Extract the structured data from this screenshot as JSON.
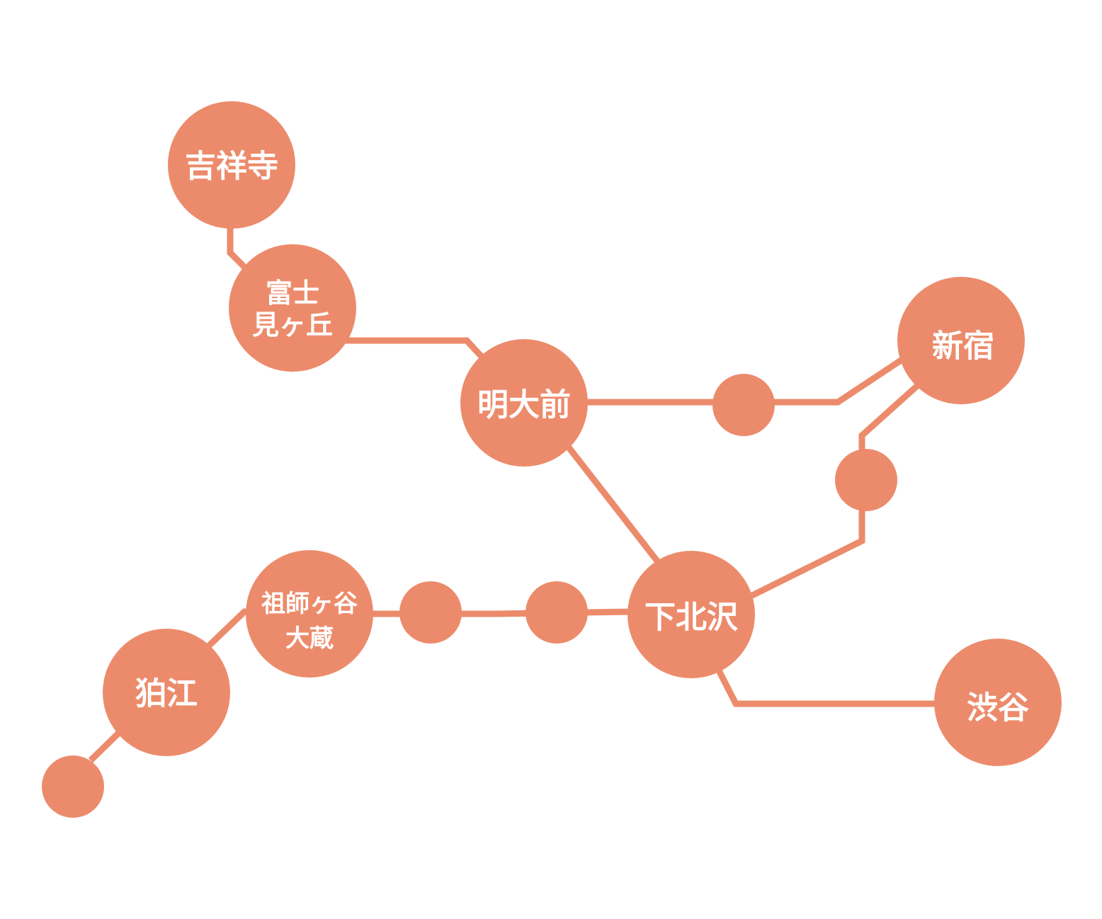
{
  "colors": {
    "background": "#ffffff",
    "line": "#ec8b6b",
    "station": "#ec8b6b",
    "label": "#ffffff"
  },
  "stations": {
    "kichijoji": {
      "lines": [
        "吉祥寺"
      ]
    },
    "fujimigaoka": {
      "lines": [
        "富士",
        "見ヶ丘"
      ]
    },
    "meidaimae": {
      "lines": [
        "明大前"
      ]
    },
    "shinjuku": {
      "lines": [
        "新宿"
      ]
    },
    "shimokitazawa": {
      "lines": [
        "下北沢"
      ]
    },
    "soshigaya_okura": {
      "lines": [
        "祖師ヶ谷",
        "大蔵"
      ]
    },
    "komae": {
      "lines": [
        "狛江"
      ]
    },
    "shibuya": {
      "lines": [
        "渋谷"
      ]
    }
  }
}
